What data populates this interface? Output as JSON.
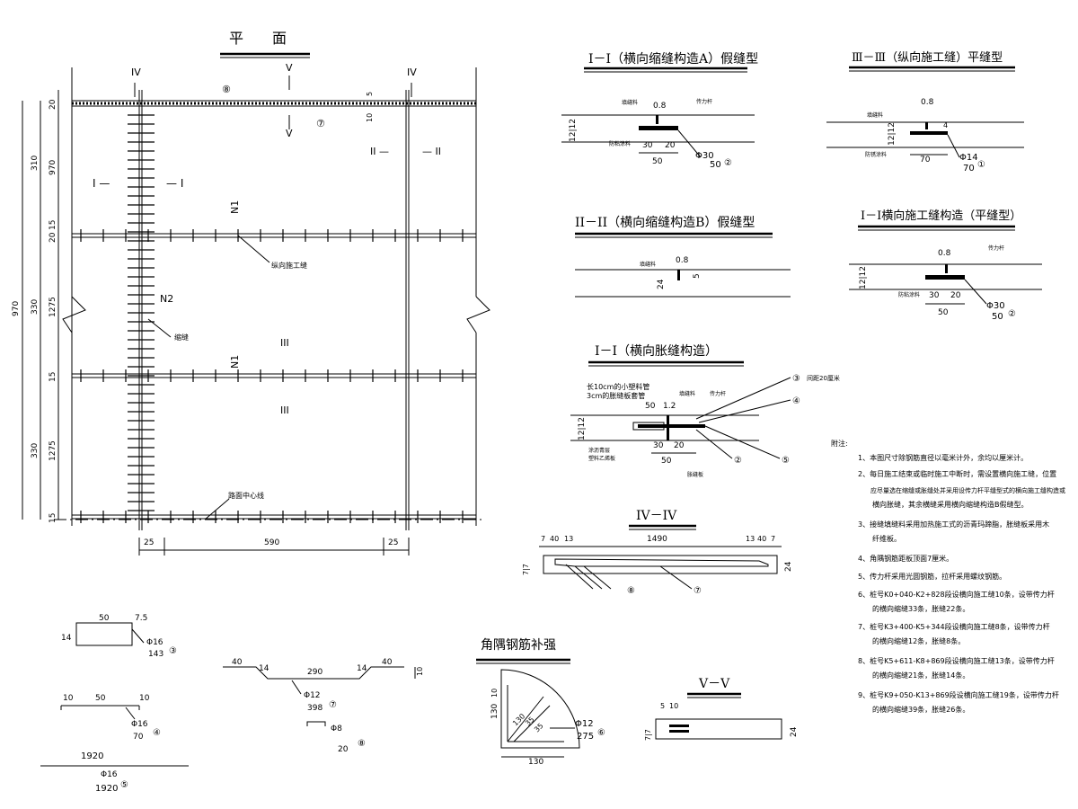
{
  "plan": {
    "title": "平　　面",
    "sec_IV": "IV",
    "sec_V": "V",
    "sec_I_left": "I —",
    "sec_I_right": "— I",
    "sec_II_left": "II —",
    "sec_II_right": "— II",
    "sec_III": "III",
    "label_N1": "N1",
    "label_N2": "N2",
    "label_long_joint": "纵向施工缝",
    "label_fake_joint": "缩缝",
    "label_centerline": "路面中心线",
    "callout_8": "⑧",
    "callout_7": "⑦",
    "dim_left": [
      "310",
      "330",
      "330"
    ],
    "dim_mid": [
      "20",
      "970",
      "1275",
      "1275",
      "15",
      "20",
      "15",
      "15"
    ],
    "dim_total": "970",
    "dim_top_5": "5",
    "dim_top_10": "10",
    "dim_bottom": [
      "25",
      "590",
      "25"
    ]
  },
  "sectionA": {
    "title": "I－I（横向缩缝构造A）假缝型",
    "dim_08": "0.8",
    "dim_1212": "12|12",
    "dim_30": "30",
    "dim_20": "20",
    "dim_50": "50",
    "rebar": "Φ30",
    "rebar_len": "50",
    "callout": "②",
    "lab_fill": "填缝料",
    "lab_anti": "防粘涂料",
    "lab_bar": "传力杆"
  },
  "sectionIII": {
    "title": "Ⅲ－Ⅲ（纵向施工缝）平缝型",
    "dim_08": "0.8",
    "dim_1212": "12|12",
    "dim_70": "70",
    "rebar": "Φ14",
    "rebar_len": "70",
    "callout": "①",
    "lab_fill": "填缝料",
    "lab_anti": "防锈涂料",
    "dim_4": "4"
  },
  "sectionB": {
    "title": "II－II（横向缩缝构造B）假缝型",
    "dim_08": "0.8",
    "dim_24": "24",
    "dim_5": "5",
    "lab_fill": "填缝料"
  },
  "sectionIc": {
    "title": "I－I横向施工缝构造（平缝型）",
    "dim_08": "0.8",
    "dim_1212": "12|12",
    "dim_30": "30",
    "dim_20": "20",
    "dim_50": "50",
    "rebar": "Φ30",
    "rebar_len": "50",
    "callout": "②",
    "lab_bar": "传力杆",
    "lab_anti": "防粘涂料"
  },
  "sectionExp": {
    "title": "I－I（横向胀缝构造）",
    "note1": "长10cm的小塑料管",
    "note2": "3cm的胀缝板套管",
    "dim_50": "50",
    "dim_12": "1.2",
    "dim_30": "30",
    "dim_20": "20",
    "dim_50b": "50",
    "dim_1212": "12|12",
    "c3": "③",
    "c3_text": "间距20厘米",
    "c4": "④",
    "c5": "⑤",
    "c2": "②",
    "lab_fill": "填缝料",
    "lab_bar": "传力杆",
    "lab_plate": "胀缝板",
    "lab_coat": "涂沥青层",
    "lab_coat2": "塑料乙烯板"
  },
  "sectionIV": {
    "title": "IV－IV",
    "dims_left": [
      "7",
      "40",
      "13"
    ],
    "dim_mid": "1490",
    "dims_right": [
      "13",
      "40",
      "7"
    ],
    "dim_77": "7|7",
    "dim_24": "24",
    "c8": "⑧",
    "c7": "⑦"
  },
  "sectionV": {
    "title": "V－V",
    "dims": [
      "5",
      "10"
    ],
    "dim_77": "7|7",
    "dim_24": "24"
  },
  "corner": {
    "title": "角隅钢筋补强",
    "dim_130a": "130",
    "dim_130b": "130",
    "dim_10": "10",
    "r1": "130",
    "r2": "35",
    "r3": "35",
    "rebar": "Φ12",
    "len": "275",
    "callout": "⑥"
  },
  "details": {
    "d3_top": "50",
    "d3_side": "14",
    "d3_corner": "7.5",
    "d3_rebar": "Φ16",
    "d3_len": "143",
    "d3_c": "③",
    "d4_l": "10",
    "d4_m": "50",
    "d4_r": "10",
    "d4_rebar": "Φ16",
    "d4_len": "70",
    "d4_c": "④",
    "d5_top": "1920",
    "d5_rebar": "Φ16",
    "d5_len": "1920",
    "d5_c": "⑤",
    "d7_l": "40",
    "d7_s1": "14",
    "d7_m": "290",
    "d7_s2": "14",
    "d7_r": "40",
    "d7_h": "10",
    "d7_rebar": "Φ12",
    "d7_len": "398",
    "d7_c": "⑦",
    "d8_rebar": "Φ8",
    "d8_len": "20",
    "d8_c": "⑧"
  },
  "notes": {
    "head": "附注:",
    "items": [
      "1、本图尺寸除钢筋直径以毫米计外，余均以厘米计。",
      "2、每日施工结束或临时施工中断时，需设置横向施工缝，位置",
      "　　应尽量选在缩缝或胀缝处并采用设传力杆平缝型式的横向施工缝构造或",
      "　　横向胀缝，其余横缝采用横向缩缝构造B假缝型。",
      "3、接缝填缝料采用加热施工式的沥青玛蹄脂，胀缝板采用木",
      "　　纤维板。",
      "4、角隅钢筋距板顶面7厘米。",
      "5、传力杆采用光圆钢筋，拉杆采用螺纹钢筋。",
      "6、桩号K0+040-K2+828段设横向施工缝10条，设带传力杆",
      "　　的横向缩缝33条，胀缝22条。",
      "7、桩号K3+400-K5+344段设横向施工缝8条，设带传力杆",
      "　　的横向缩缝12条，胀缝8条。",
      "8、桩号K5+611-K8+869段设横向施工缝13条，设带传力杆",
      "　　的横向缩缝21条，胀缝14条。",
      "9、桩号K9+050-K13+869段设横向施工缝19条，设带传力杆",
      "　　的横向缩缝39条，胀缝26条。"
    ]
  }
}
